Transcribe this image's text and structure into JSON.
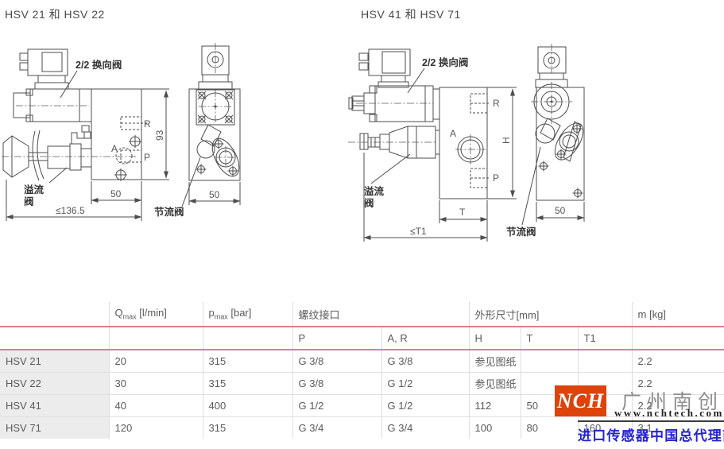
{
  "titles": {
    "left": "HSV 21 和 HSV 22",
    "right": "HSV 41 和 HSV 71"
  },
  "diagrams": {
    "left": {
      "solenoid_label": "2/2 换向阀",
      "relief_label_1": "溢流",
      "relief_label_2": "阀",
      "throttle_label": "节流阀",
      "port_r": "R",
      "port_a": "A",
      "port_p": "P",
      "dim_height": "93",
      "dim_block_width": "50",
      "dim_total_length": "≤136.5",
      "dim_side_width": "50"
    },
    "right": {
      "solenoid_label": "2/2 换向阀",
      "relief_label_1": "溢流",
      "relief_label_2": "阀",
      "throttle_label": "节流阀",
      "port_r": "R",
      "port_a": "A",
      "port_p": "P",
      "dim_height": "H",
      "dim_block_width": "T",
      "dim_total_length": "≤T1",
      "dim_side_width": "50"
    }
  },
  "table": {
    "headers": {
      "qmax_base": "Q",
      "qmax_sub": "max",
      "qmax_unit": " [l/min]",
      "pmax_base": "p",
      "pmax_sub": "max",
      "pmax_unit": " [bar]",
      "thread_group": "螺纹接口",
      "dims_group": "外形尺寸[mm]",
      "mass": "m [kg]",
      "col_p": "P",
      "col_ar": "A, R",
      "col_h": "H",
      "col_t": "T",
      "col_t1": "T1"
    },
    "rows": [
      {
        "model": "HSV 21",
        "qmax": "20",
        "pmax": "315",
        "p": "G 3/8",
        "ar": "G 3/8",
        "h": "参见图纸",
        "t": "",
        "t1": "",
        "m": "2.2"
      },
      {
        "model": "HSV 22",
        "qmax": "30",
        "pmax": "315",
        "p": "G 3/8",
        "ar": "G 1/2",
        "h": "参见图纸",
        "t": "",
        "t1": "",
        "m": "2.2"
      },
      {
        "model": "HSV 41",
        "qmax": "40",
        "pmax": "400",
        "p": "G 1/2",
        "ar": "G 1/2",
        "h": "112",
        "t": "50",
        "t1": "",
        "m": "2.2"
      },
      {
        "model": "HSV 71",
        "qmax": "120",
        "pmax": "315",
        "p": "G 3/4",
        "ar": "G 3/4",
        "h": "100",
        "t": "80",
        "t1": "160",
        "m": "3.1"
      }
    ]
  },
  "watermark": {
    "logo_text": "NCH",
    "company": "广州南创",
    "website": "www.nchtech.com",
    "tagline": "进口传感器中国总代理商",
    "logo_bg": "#dd430a",
    "company_color": "#8f8f8f",
    "tagline_color": "#2323cf"
  },
  "colors": {
    "table_rule_red": "#dd8181",
    "table_grid": "#dddddd",
    "row_label_bg": "#ececec",
    "drawing_line": "#4d4d4d"
  }
}
